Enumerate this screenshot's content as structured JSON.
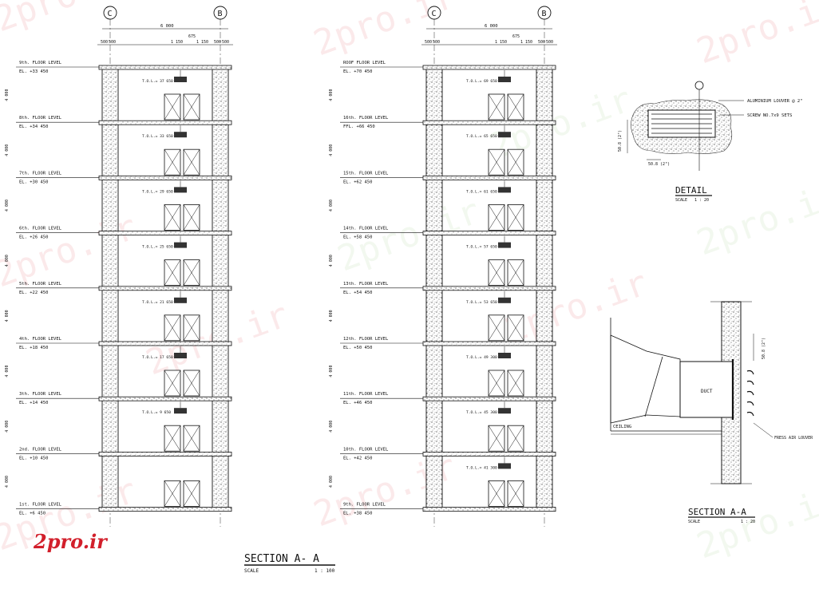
{
  "watermark": {
    "brand": "2pro.ir",
    "color": "#d21f2b"
  },
  "grid_labels": [
    "C",
    "B"
  ],
  "dims": {
    "span": "6 000",
    "left_parts": [
      "500",
      "500"
    ],
    "right_parts": [
      "500",
      "500"
    ],
    "mid_parts": [
      "1 150",
      "675",
      "1 150"
    ],
    "floor_height": "4 000"
  },
  "left_section": {
    "levels": [
      {
        "name": "9th. FLOOR LEVEL",
        "el": "EL. +33 450"
      },
      {
        "name": "8th. FLOOR LEVEL",
        "el": "EL. +34 450"
      },
      {
        "name": "7th. FLOOR LEVEL",
        "el": "EL. +30 450"
      },
      {
        "name": "6th. FLOOR LEVEL",
        "el": "EL. +26 450"
      },
      {
        "name": "5th. FLOOR LEVEL",
        "el": "EL. +22 450"
      },
      {
        "name": "4th. FLOOR LEVEL",
        "el": "EL. +18 450"
      },
      {
        "name": "3th. FLOOR LEVEL",
        "el": "EL. +14 450"
      },
      {
        "name": "2nd. FLOOR LEVEL",
        "el": "EL. +10 450"
      },
      {
        "name": "1st. FLOOR LEVEL",
        "el": "EL. +6 450"
      }
    ],
    "tags": [
      "T.O.L.= 37 650",
      "T.O.L.= 33 650",
      "T.O.L.= 29 650",
      "T.O.L.= 25 650",
      "T.O.L.= 21 650",
      "T.O.L.= 17 650",
      "T.O.L.= 9 650"
    ],
    "title": "SECTION  A- A",
    "scale_label": "SCALE",
    "scale_value": "1 : 100"
  },
  "right_section": {
    "levels": [
      {
        "name": "ROOF FLOOR LEVEL",
        "el": "EL. +70 450"
      },
      {
        "name": "16th. FLOOR LEVEL",
        "el": "FFL. +66 450"
      },
      {
        "name": "15th. FLOOR LEVEL",
        "el": "EL. +62 450"
      },
      {
        "name": "14th. FLOOR LEVEL",
        "el": "EL. +58 450"
      },
      {
        "name": "13th. FLOOR LEVEL",
        "el": "EL. +54 450"
      },
      {
        "name": "12th. FLOOR LEVEL",
        "el": "EL. +50 450"
      },
      {
        "name": "11th. FLOOR LEVEL",
        "el": "EL. +46 450"
      },
      {
        "name": "10th. FLOOR LEVEL",
        "el": "EL. +42 450"
      },
      {
        "name": "9th. FLOOR LEVEL",
        "el": "EL. +38 450"
      }
    ],
    "tags": [
      "T.O.L.= 69 650",
      "T.O.L.= 65 650",
      "T.O.L.= 61 650",
      "T.O.L.= 57 650",
      "T.O.L.= 53 650",
      "T.O.L.= 49 300",
      "T.O.L.= 45 300",
      "T.O.L.= 41 300"
    ]
  },
  "detail": {
    "title": "DETAIL",
    "scale_label": "SCALE",
    "scale_value": "1 : 20",
    "callouts": [
      "ALUMINIUM LOUVER @ 2\"",
      "SCREW NO.7x9 SETS"
    ],
    "dim_v": "50.8 (2\")",
    "dim_h": "50.8 (2\")"
  },
  "section_detail": {
    "title": "SECTION  A-A",
    "scale_label": "SCALE",
    "scale_value": "1 : 20",
    "duct": "DUCT",
    "ceiling": "CEILING",
    "louver": "FRESS AIR LOUVER",
    "dim": "50.8 (2\")"
  }
}
